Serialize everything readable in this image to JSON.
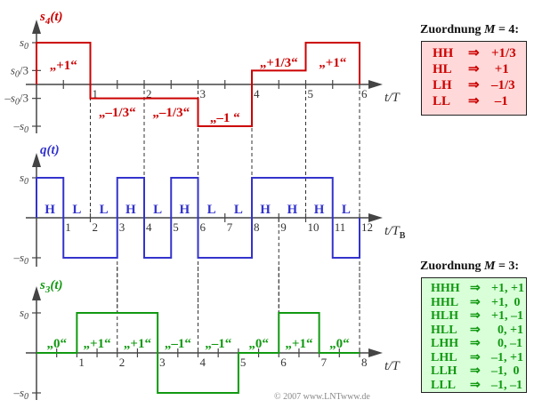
{
  "colors": {
    "s4": "#cc0000",
    "q": "#3333cc",
    "s3": "#119911",
    "axis": "#444444",
    "box4_bg": "#ffd9d9",
    "box3_bg": "#d9ffd9"
  },
  "s4": {
    "title_main": "s",
    "title_sub": "4",
    "title_arg": "(t)",
    "y_labels": [
      "s0",
      "s0/3",
      "–s0/3",
      "–s0"
    ],
    "y_levels": [
      1,
      0.3333,
      -0.3333,
      -1
    ],
    "x_ticks": [
      "1",
      "2",
      "3",
      "4",
      "5",
      "6"
    ],
    "x_axis_title": "t/T",
    "x_max": 6,
    "levels": [
      1,
      -0.3333,
      -0.3333,
      -1,
      0.3333,
      1
    ],
    "segment_labels": [
      "„+1“",
      "„–1/3“",
      "„–1/3“",
      "„–1 “",
      "„+1/3“",
      "„+1“"
    ]
  },
  "q": {
    "title_main": "q",
    "title_arg": "(t)",
    "y_labels": [
      "s0",
      "–s0"
    ],
    "x_ticks": [
      "1",
      "2",
      "3",
      "4",
      "5",
      "6",
      "7",
      "8",
      "9",
      "10",
      "11",
      "12"
    ],
    "x_axis_title_main": "t/T",
    "x_axis_title_sub": "B",
    "x_max": 12,
    "bits": [
      "H",
      "L",
      "L",
      "H",
      "L",
      "H",
      "L",
      "L",
      "H",
      "H",
      "H",
      "L"
    ]
  },
  "s3": {
    "title_main": "s",
    "title_sub": "3",
    "title_arg": "(t)",
    "y_labels": [
      "s0",
      "–s0"
    ],
    "x_ticks": [
      "1",
      "2",
      "3",
      "4",
      "5",
      "6",
      "7",
      "8"
    ],
    "x_axis_title": "t/T",
    "x_max": 8,
    "levels": [
      0,
      1,
      1,
      -1,
      -1,
      0,
      1,
      0
    ],
    "segment_labels": [
      "„0“",
      "„+1“",
      "„+1“",
      "„–1“",
      "„–1“",
      "„0“",
      "„+1“",
      "„0“"
    ]
  },
  "mapping_m4": {
    "title_prefix": "Zuordnung ",
    "title_var": "M",
    "title_suffix": " = 4:",
    "rows": [
      {
        "key": "HH",
        "arrow": "⇒",
        "value": "+1/3"
      },
      {
        "key": "HL",
        "arrow": "⇒",
        "value": " +1"
      },
      {
        "key": "LH",
        "arrow": "⇒",
        "value": "–1/3"
      },
      {
        "key": "LL",
        "arrow": "⇒",
        "value": " –1"
      }
    ]
  },
  "mapping_m3": {
    "title_prefix": "Zuordnung ",
    "title_var": "M",
    "title_suffix": " = 3:",
    "rows": [
      {
        "key": "HHH",
        "arrow": "⇒",
        "value": "+1, +1"
      },
      {
        "key": "HHL",
        "arrow": "⇒",
        "value": "+1,  0"
      },
      {
        "key": "HLH",
        "arrow": "⇒",
        "value": "+1, –1"
      },
      {
        "key": "HLL",
        "arrow": "⇒",
        "value": "  0, +1"
      },
      {
        "key": "LHH",
        "arrow": "⇒",
        "value": "  0, –1"
      },
      {
        "key": "LHL",
        "arrow": "⇒",
        "value": "–1, +1"
      },
      {
        "key": "LLH",
        "arrow": "⇒",
        "value": "–1,  0"
      },
      {
        "key": "LLL",
        "arrow": "⇒",
        "value": "–1, –1"
      }
    ]
  },
  "copyright": "© 2007 www.LNTwww.de"
}
